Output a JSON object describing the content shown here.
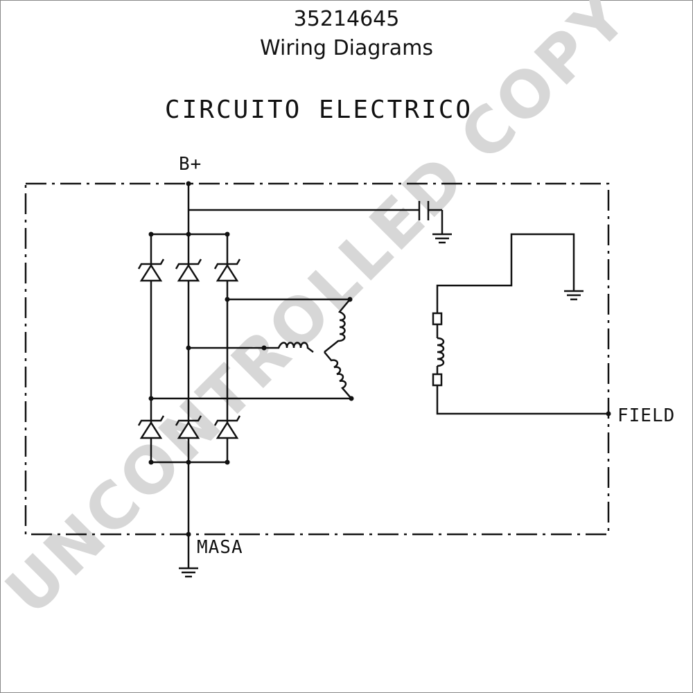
{
  "header": {
    "title": "35214645",
    "subtitle": "Wiring Diagrams"
  },
  "diagram": {
    "heading": "CIRCUITO ELECTRICO",
    "labels": {
      "b_plus": "B+",
      "field": "FIELD",
      "masa": "MASA"
    }
  },
  "watermark": "UNCONTROLLED COPY",
  "colors": {
    "line": "#111111",
    "watermark": "#d7d7d7",
    "background": "#ffffff"
  }
}
